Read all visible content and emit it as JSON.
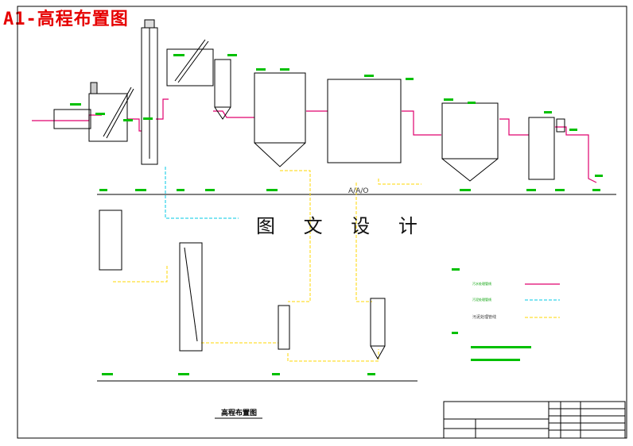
{
  "title": "A1-高程布置图",
  "watermark": "图 文 设 计",
  "process_label": "A/A/O",
  "drawing_title": "高程布置图",
  "legend_labels": {
    "red": "污水处理管线",
    "cyan": "污泥处理管线",
    "yellow": "污泥处理管线"
  },
  "colors": {
    "border": "#000000",
    "pipe_red": "#e0006e",
    "pipe_cyan": "#00c8e6",
    "pipe_yellow": "#ffd700",
    "annotation": "#00c000",
    "structure": "#000000",
    "title": "#e60000"
  }
}
